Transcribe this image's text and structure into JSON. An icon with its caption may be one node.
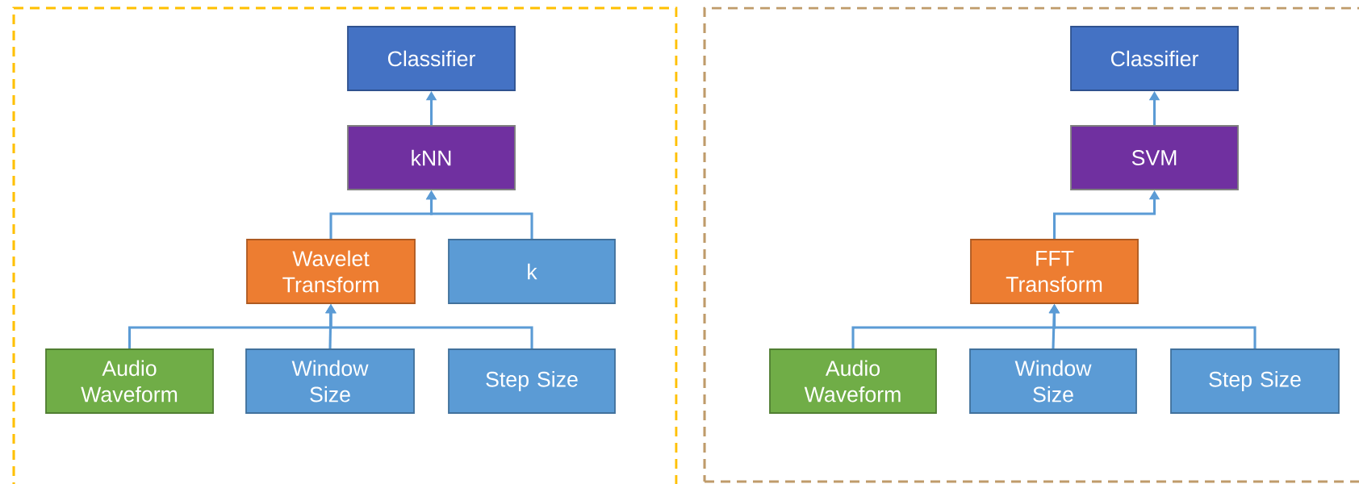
{
  "diagram": {
    "nodes": [
      {
        "text": [],
        "shape": "box"
      },
      {
        "text": [
          "Classifier"
        ],
        "in": 0
      },
      {
        "text": [
          "kNN"
        ],
        "in": 0
      },
      {
        "text": [
          "Wavelet Transform"
        ],
        "in": 0
      },
      {
        "text": [
          "k"
        ],
        "in": 0
      },
      {
        "text": [
          "Audio Waveform"
        ],
        "in": 0
      },
      {
        "text": [
          "Window Size"
        ],
        "in": 0
      },
      {
        "text": [
          "Step Size"
        ],
        "in": 0
      },
      {
        "text": [],
        "shape": "box"
      },
      {
        "text": [
          "Classifier"
        ],
        "in": 8
      },
      {
        "text": [
          "SVM"
        ],
        "in": 8
      },
      {
        "text": [
          "FFT Transform"
        ],
        "in": 8
      },
      {
        "text": [
          "Audio Waveform"
        ],
        "in": 8
      },
      {
        "text": [
          "Window Size"
        ],
        "in": 8
      },
      {
        "text": [
          "Step Size"
        ],
        "in": 8
      }
    ],
    "edges": [
      {
        "from": 2,
        "to": 1,
        "arrow": "to"
      },
      {
        "from": 3,
        "to": 2,
        "arrow": "to"
      },
      {
        "from": 4,
        "to": 2,
        "arrow": "to"
      },
      {
        "from": 5,
        "to": 3,
        "arrow": "to"
      },
      {
        "from": 6,
        "to": 3,
        "arrow": "to"
      },
      {
        "from": 7,
        "to": 3,
        "arrow": "to"
      },
      {
        "from": 10,
        "to": 9,
        "arrow": "to"
      },
      {
        "from": 11,
        "to": 10,
        "arrow": "to"
      },
      {
        "from": 12,
        "to": 11,
        "arrow": "to"
      },
      {
        "from": 13,
        "to": 11,
        "arrow": "to"
      },
      {
        "from": 14,
        "to": 11,
        "arrow": "to"
      }
    ]
  }
}
